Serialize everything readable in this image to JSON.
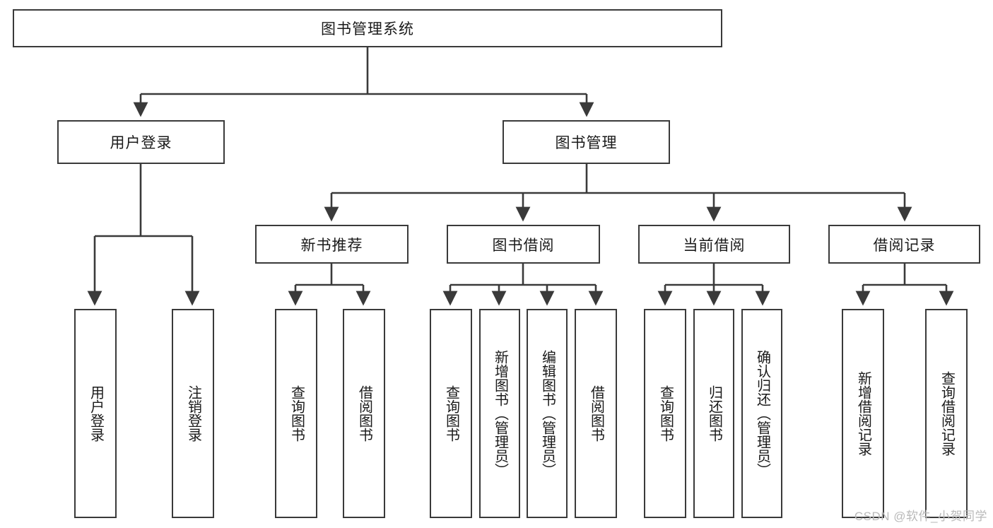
{
  "diagram": {
    "title": "图书管理系统",
    "type": "tree-hierarchy-diagram",
    "root": {
      "label": "图书管理系统"
    },
    "level2": [
      {
        "label": "用户登录"
      },
      {
        "label": "图书管理"
      }
    ],
    "level3": [
      {
        "label": "新书推荐"
      },
      {
        "label": "图书借阅"
      },
      {
        "label": "当前借阅"
      },
      {
        "label": "借阅记录"
      }
    ],
    "leaves": [
      {
        "label": "用户登录",
        "parent": "用户登录"
      },
      {
        "label": "注销登录",
        "parent": "用户登录"
      },
      {
        "label": "查询图书",
        "parent": "新书推荐"
      },
      {
        "label": "借阅图书",
        "parent": "新书推荐"
      },
      {
        "label": "查询图书",
        "parent": "图书借阅"
      },
      {
        "label": "新增图书（管理员）",
        "parent": "图书借阅"
      },
      {
        "label": "编辑图书（管理员）",
        "parent": "图书借阅"
      },
      {
        "label": "借阅图书",
        "parent": "图书借阅"
      },
      {
        "label": "查询图书",
        "parent": "当前借阅"
      },
      {
        "label": "归还图书",
        "parent": "当前借阅"
      },
      {
        "label": "确认归还（管理员）",
        "parent": "当前借阅"
      },
      {
        "label": "新增借阅记录",
        "parent": "借阅记录"
      },
      {
        "label": "查询借阅记录",
        "parent": "借阅记录"
      }
    ]
  },
  "watermark": {
    "text": "CSDN @软件_小贺同学"
  },
  "colors": {
    "stroke": "#3a3a3a",
    "background": "#ffffff",
    "text": "#1a1a1a",
    "watermark": "#b9b9b9"
  }
}
